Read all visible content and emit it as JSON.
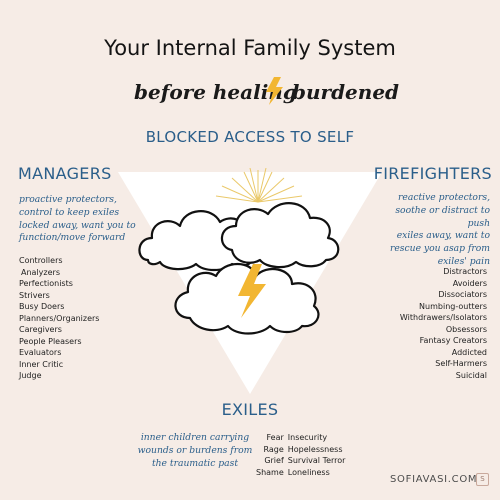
{
  "title": "Your Internal Family System",
  "subtitle": {
    "left": "before healing",
    "right": "burdened"
  },
  "center_label": "BLOCKED ACCESS TO SELF",
  "managers": {
    "heading": "MANAGERS",
    "description": [
      "proactive protectors,",
      "control to keep exiles",
      "locked away, want you to",
      "function/move forward"
    ],
    "items": [
      "Controllers",
      "Analyzers",
      "Perfectionists",
      "Strivers",
      "Busy Doers",
      "Planners/Organizers",
      "Caregivers",
      "People Pleasers",
      "Evaluators",
      "Inner Critic",
      "Judge"
    ]
  },
  "firefighters": {
    "heading": "FIREFIGHTERS",
    "description": [
      "reactive protectors,",
      "soothe or distract to push",
      "exiles away, want to",
      "rescue you asap from",
      "exiles' pain"
    ],
    "items": [
      "Distractors",
      "Avoiders",
      "Dissociators",
      "Numbing-outters",
      "Withdrawers/Isolators",
      "Obsessors",
      "Fantasy Creators",
      "Addicted",
      "Self-Harmers",
      "Suicidal"
    ]
  },
  "exiles": {
    "heading": "EXILES",
    "description": [
      "inner children carrying",
      "wounds or burdens from",
      "the traumatic past"
    ],
    "pairs": [
      {
        "emotion": "Fear",
        "belief": "Insecurity"
      },
      {
        "emotion": "Rage",
        "belief": "Hopelessness"
      },
      {
        "emotion": "Grief",
        "belief": "Survival Terror"
      },
      {
        "emotion": "Shame",
        "belief": "Loneliness"
      }
    ]
  },
  "footer": {
    "brand": "SOFIAVASI.COM",
    "badge": "S"
  },
  "icons": {
    "subtitle_divider": "lightning-bolt-icon",
    "storm": "storm-clouds-icon"
  },
  "colors": {
    "background": "#f6ece6",
    "heading_blue": "#2a5e8a",
    "bolt_yellow": "#f2b632",
    "sun_rays": "#e8c35a"
  }
}
